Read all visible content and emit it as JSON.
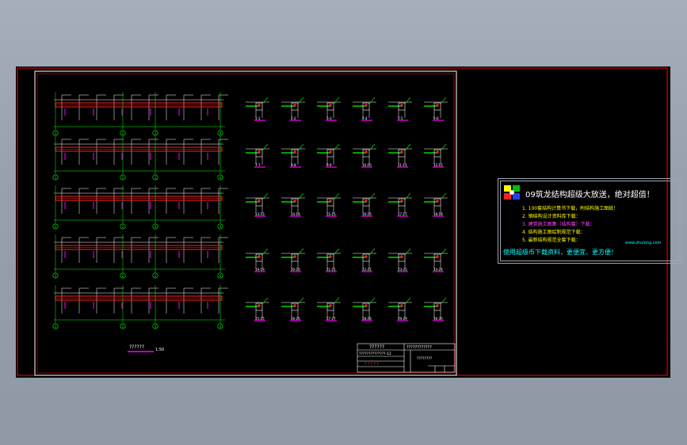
{
  "drawing": {
    "legend_code": "??????",
    "legend_scale": "1:50",
    "title_block": {
      "project": "??????",
      "sheet_name": "????????????",
      "drawing_no": "??????????????-12",
      "row_text": "? ? ? ? ?",
      "date_text": "????????"
    },
    "grid_rows": [
      {
        "axes": [
          "1",
          "2",
          "3",
          "4"
        ]
      },
      {
        "axes": [
          "1",
          "2",
          "3",
          "4"
        ]
      },
      {
        "axes": [
          "1",
          "2",
          "3",
          "4"
        ]
      },
      {
        "axes": [
          "1",
          "2",
          "3",
          "4"
        ]
      },
      {
        "axes": [
          "1",
          "2",
          "3",
          "4"
        ]
      }
    ],
    "detail_labels": [
      [
        "1-1",
        "2-2",
        "3-3",
        "4-4",
        "5-5",
        "6-6"
      ],
      [
        "7-7",
        "8-8",
        "9-9",
        "10-10",
        "11-11",
        "12-12"
      ],
      [
        "13-13",
        "14-14",
        "15-15",
        "16-16",
        "17-17",
        "18-18"
      ],
      [
        "19-19",
        "20-20",
        "21-21",
        "22-22",
        "23-23",
        "24-24"
      ],
      [
        "25-25",
        "26-26",
        "27-27",
        "28-28",
        "29-29",
        "30-30"
      ]
    ]
  },
  "banner": {
    "title": "09筑龙结构超级大放送，绝对超值！",
    "items": [
      {
        "num": "1.",
        "text": "100套结构计算书下载，附结构施工图纸！",
        "color": "#ffff00"
      },
      {
        "num": "2.",
        "text": "钢结构设计资料库下载：",
        "color": "#ffff00"
      },
      {
        "num": "3.",
        "text": "建筑施工图集（结构篇）下载：",
        "color": "#ff40ff"
      },
      {
        "num": "4.",
        "text": "结构施工图绘制规范下载：",
        "color": "#ffff00"
      },
      {
        "num": "5.",
        "text": "最新结构规范全套下载：",
        "color": "#ffff00"
      }
    ],
    "subnote": "www.zhulong.com",
    "footer": "使用超级币下载资料，更便宜、更方便！"
  },
  "colors": {
    "sheet_bg": "#000000",
    "border_red": "#ff0000",
    "frame_white": "#ffffff",
    "beam_red": "#ff2020",
    "grid_green": "#00ff00",
    "text_cyan": "#00ffff",
    "magenta": "#ff00ff"
  }
}
